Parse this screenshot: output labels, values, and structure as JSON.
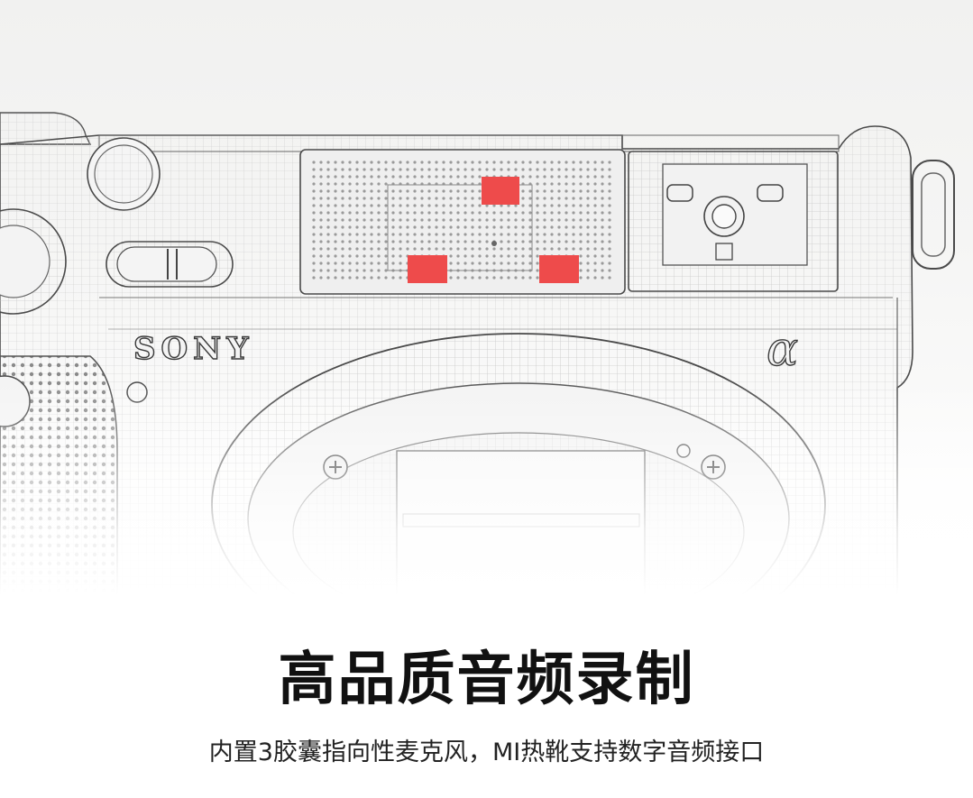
{
  "colors": {
    "background": "#ffffff",
    "line_art": "#4a4a4a",
    "mic_highlight": "#ee4b4b",
    "headline": "#111111"
  },
  "illustration": {
    "brand_text": "SONY",
    "model_mark": "α",
    "mic_marker_count": 3
  },
  "headline": "高品质音频录制",
  "subline": "内置3胶囊指向性麦克风，MI热靴支持数字音频接口"
}
